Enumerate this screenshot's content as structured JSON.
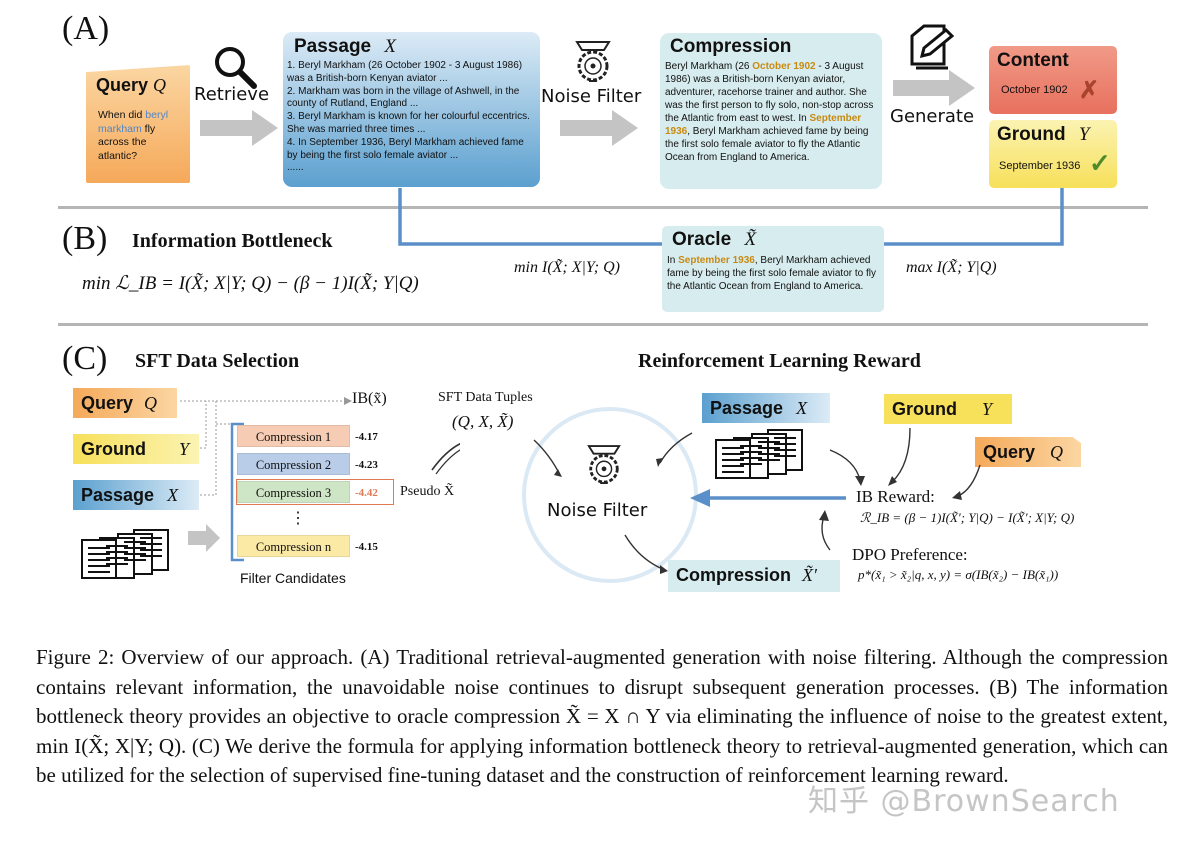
{
  "panels": {
    "a": {
      "letter": "(A)",
      "query": {
        "title": "Query",
        "var": "Q",
        "question_pre": "When did ",
        "question_hl": "beryl markham",
        "question_post": " fly across the atlantic?"
      },
      "retrieve_label": "Retrieve",
      "passage": {
        "title": "Passage",
        "var": "X",
        "items": [
          "1. Beryl Markham (26 October 1902 - 3 August 1986) was a British-born Kenyan aviator ...",
          "2. Markham was born in the village of Ashwell, in the county of Rutland, England ...",
          "3. Beryl Markham is known for her colourful eccentrics. She was married three times ...",
          "4. In September 1936, Beryl Markham achieved fame by being the first solo female aviator ...",
          "......"
        ]
      },
      "noise_filter_label": "Noise Filter",
      "compression": {
        "title": "Compression",
        "t1": "Beryl Markham (26 ",
        "h1": "October 1902",
        "t2": " - 3 August 1986) was a British-born Kenyan aviator, adventurer, racehorse trainer and author. She was the first person to fly solo, non-stop across the Atlantic from east to west. In ",
        "h2": "September 1936",
        "t3": ", Beryl Markham achieved fame by being the first solo female aviator to fly the Atlantic Ocean from England to America."
      },
      "generate_label": "Generate",
      "content": {
        "title": "Content",
        "value": "October 1902",
        "mark": "✗"
      },
      "ground": {
        "title": "Ground",
        "var": "Y",
        "value": "September 1936",
        "mark": "✓"
      }
    },
    "b": {
      "letter": "(B)",
      "heading": "Information Bottleneck",
      "objective": "min ℒ_IB = I(X̃; X|Y; Q) − (β − 1)I(X̃; Y|Q)",
      "min_label": "min I(X̃; X|Y; Q)",
      "max_label": "max I(X̃; Y|Q)",
      "oracle": {
        "title": "Oracle",
        "var": "X̃",
        "t1": "In ",
        "h1": "September 1936",
        "t2": ", Beryl Markham achieved fame by being the first solo female aviator to fly the Atlantic Ocean from England to America."
      }
    },
    "c": {
      "letter": "(C)",
      "sft_heading": "SFT Data Selection",
      "rl_heading": "Reinforcement Learning Reward",
      "query_tag": {
        "title": "Query",
        "var": "Q"
      },
      "ground_tag": {
        "title": "Ground",
        "var": "Y"
      },
      "passage_tag": {
        "title": "Passage",
        "var": "X"
      },
      "ib_label": "IB(x̃)",
      "candidates": [
        {
          "label": "Compression 1",
          "score": "-4.17",
          "color": "#f6cdb4"
        },
        {
          "label": "Compression 2",
          "score": "-4.23",
          "color": "#b9cde8"
        },
        {
          "label": "Compression 3",
          "score": "-4.42",
          "color": "#cfe6c6"
        },
        {
          "label": "Compression n",
          "score": "-4.15",
          "color": "#fbe9a6"
        }
      ],
      "dots": "⋮",
      "filter_candidates_label": "Filter Candidates",
      "pseudo_label": "Pseudo X̃",
      "sft_tuples_title": "SFT Data Tuples",
      "sft_tuples_value": "(Q, X, X̃)",
      "noise_filter_label": "Noise Filter",
      "rl_passage": {
        "title": "Passage",
        "var": "X"
      },
      "rl_ground": {
        "title": "Ground",
        "var": "Y"
      },
      "rl_query": {
        "title": "Query",
        "var": "Q"
      },
      "ib_reward_label": "IB Reward:",
      "ib_reward_formula": "ℛ_IB = (β − 1)I(X̃′; Y|Q) − I(X̃′; X|Y; Q)",
      "dpo_label": "DPO Preference:",
      "dpo_formula": "p*(x̃₁ > x̃₂|q, x, y) = σ(IB(x̃₂) − IB(x̃₁))",
      "compression_out": {
        "title": "Compression",
        "var": "X̃′"
      }
    }
  },
  "caption": "Figure 2: Overview of our approach. (A) Traditional retrieval-augmented generation with noise filtering. Although the compression contains relevant information, the unavoidable noise continues to disrupt subsequent generation processes. (B) The information bottleneck theory provides an objective to oracle compression X̃ = X ∩ Y via eliminating the influence of noise to the greatest extent, min I(X̃; X|Y; Q). (C) We derive the formula for applying information bottleneck theory to retrieval-augmented generation, which can be utilized for the selection of supervised fine-tuning dataset and the construction of reinforcement learning reward.",
  "watermark": "知乎 @BrownSearch",
  "colors": {
    "passage_blue": "#5ba0cf",
    "compression_teal": "#d7ecee",
    "query_orange": "#f5a95a",
    "content_red": "#e8705e",
    "ground_yellow": "#f7e05a",
    "line_blue": "#5b8fc9",
    "arrow_gray": "#c4c4c4",
    "highlight_gold": "#c98a12"
  }
}
